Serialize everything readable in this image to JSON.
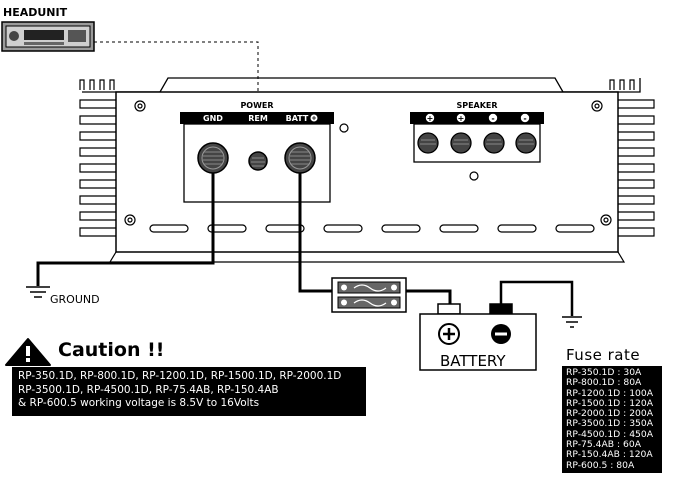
{
  "headunit": {
    "label": "HEADUNIT"
  },
  "amplifier": {
    "power_label": "POWER",
    "gnd_label": "GND",
    "rem_label": "REM",
    "batt_label": "BATT",
    "speaker_label": "SPEAKER",
    "speaker_terminals": [
      "+",
      "+",
      "-",
      "-"
    ]
  },
  "ground": {
    "label": "GROUND"
  },
  "battery": {
    "label": "BATTERY"
  },
  "caution": {
    "title": "Caution !!",
    "lines": [
      "RP-350.1D, RP-800.1D, RP-1200.1D, RP-1500.1D, RP-2000.1D",
      "RP-3500.1D, RP-4500.1D, RP-75.4AB, RP-150.4AB",
      "& RP-600.5 working voltage is 8.5V to 16Volts"
    ]
  },
  "fuse_rate": {
    "title": "Fuse rate",
    "rows": [
      "RP-350.1D : 30A",
      "RP-800.1D : 80A",
      "RP-1200.1D : 100A",
      "RP-1500.1D : 120A",
      "RP-2000.1D : 200A",
      "RP-3500.1D : 350A",
      "RP-4500.1D : 450A",
      "RP-75.4AB : 60A",
      "RP-150.4AB : 120A",
      "RP-600.5 : 80A"
    ]
  }
}
